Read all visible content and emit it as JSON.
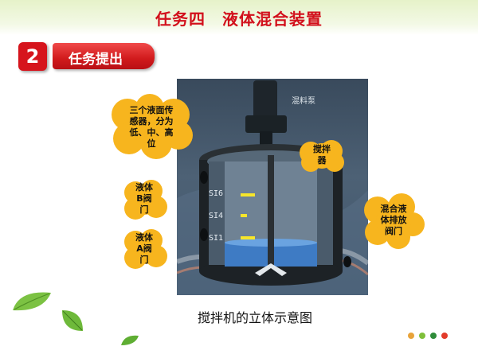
{
  "header": {
    "title": "任务四　液体混合装置"
  },
  "section": {
    "number": "2",
    "label": "任务提出"
  },
  "photo": {
    "pump_label": "混料泵",
    "sensors": [
      "SI6",
      "SI4",
      "SI1"
    ]
  },
  "callouts": {
    "sensor_desc": [
      "三个液面传",
      "感器，分为",
      "低、中、高",
      "位"
    ],
    "valve_b": [
      "液体",
      "B阀",
      "门"
    ],
    "valve_a": [
      "液体",
      "A阀",
      "门"
    ],
    "mixer": [
      "搅拌",
      "器"
    ],
    "drain_valve": [
      "混合液",
      "体排放",
      "阀门"
    ]
  },
  "caption": "搅拌机的立体示意图",
  "colors": {
    "title": "#d2101c",
    "badge": "#d6141c",
    "cloud": "#f7b51e",
    "dots": [
      "#e8a33a",
      "#7fbf3a",
      "#2f8c3a",
      "#e23b2a"
    ]
  }
}
